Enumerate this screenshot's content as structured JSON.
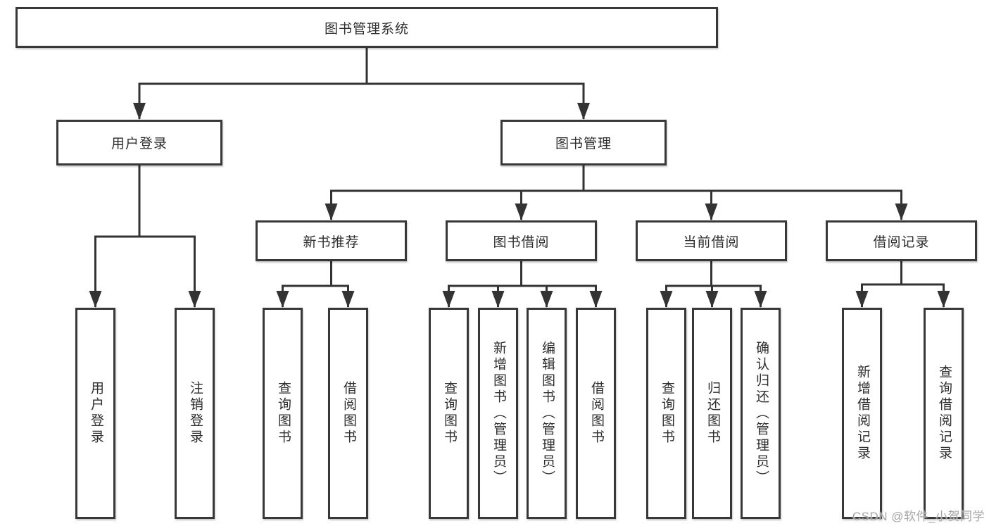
{
  "diagram": {
    "root": {
      "label": "图书管理系统"
    },
    "branches": [
      {
        "label": "用户登录",
        "children": [
          {
            "label": "用户登录"
          },
          {
            "label": "注销登录"
          }
        ]
      },
      {
        "label": "图书管理",
        "children": [
          {
            "label": "新书推荐",
            "children": [
              {
                "label": "查询图书"
              },
              {
                "label": "借阅图书"
              }
            ]
          },
          {
            "label": "图书借阅",
            "children": [
              {
                "label": "查询图书"
              },
              {
                "label": "新增图书（管理员）"
              },
              {
                "label": "编辑图书（管理员）"
              },
              {
                "label": "借阅图书"
              }
            ]
          },
          {
            "label": "当前借阅",
            "children": [
              {
                "label": "查询图书"
              },
              {
                "label": "归还图书"
              },
              {
                "label": "确认归还（管理员）"
              }
            ]
          },
          {
            "label": "借阅记录",
            "children": [
              {
                "label": "新增借阅记录"
              },
              {
                "label": "查询借阅记录"
              }
            ]
          }
        ]
      }
    ]
  },
  "watermark": {
    "text": "CSDN @软件_小贺同学"
  },
  "colors": {
    "line": "#333333",
    "box_border": "#383838",
    "text": "#2e2e2e",
    "background": "#ffffff",
    "watermark": "#a5a5a5"
  }
}
